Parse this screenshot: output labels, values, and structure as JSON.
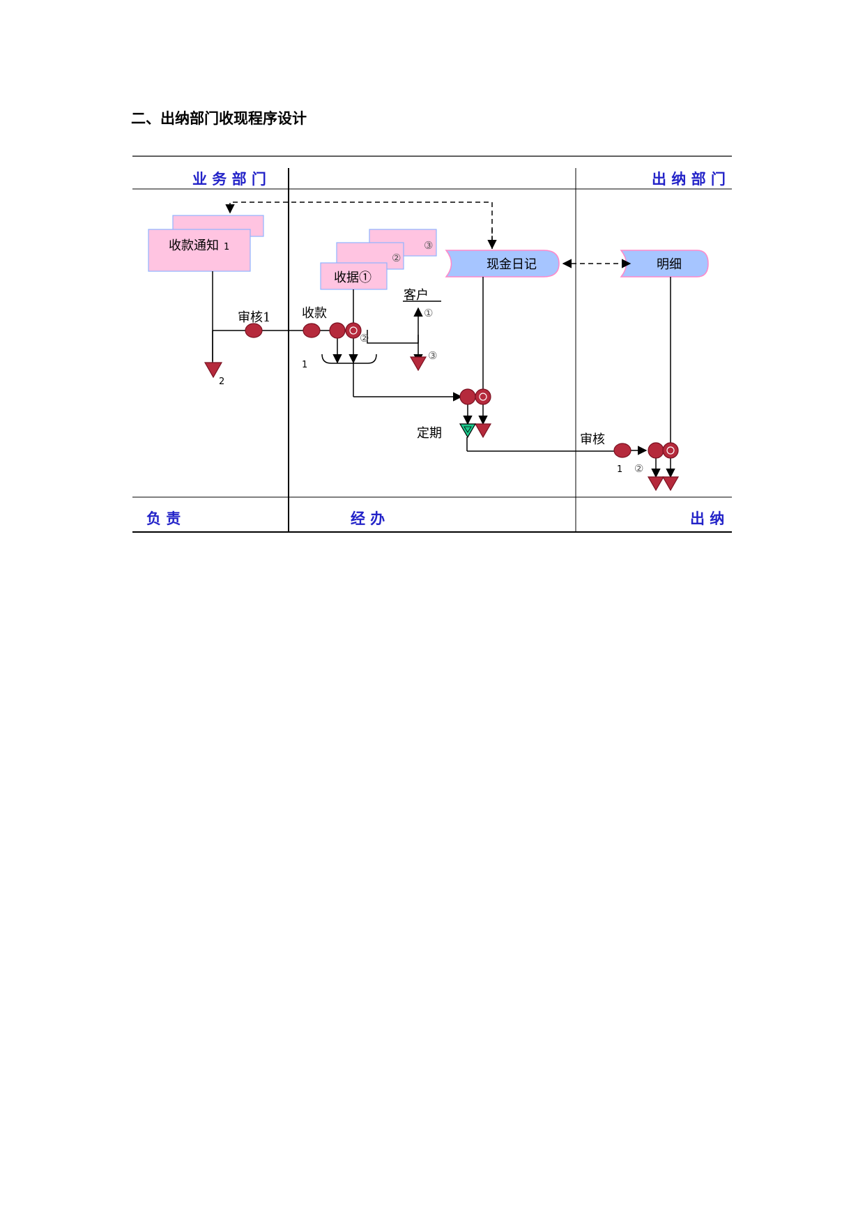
{
  "title": "二、出纳部门收现程序设计",
  "lanes": {
    "business_dept": "业 务 部 门",
    "cashier_dept": "出 纳 部 门",
    "responsible": "负  责",
    "handling": "经  办",
    "cashier": "出  纳"
  },
  "documents": {
    "collection_notice": "收款通知",
    "collection_notice_num": "1",
    "receipt": "收据①",
    "receipt_copy2": "②",
    "receipt_copy3": "③",
    "cash_journal": "现金日记",
    "detail": "明细"
  },
  "labels": {
    "review1": "审核1",
    "collect": "收款",
    "customer": "客户",
    "copy1": "①",
    "copy2": "②",
    "copy3": "③",
    "num1": "1",
    "num2": "2",
    "periodic": "定期",
    "review": "审核",
    "num1b": "1",
    "copy2b": "②"
  },
  "colors": {
    "doc_fill": "#ffc4e1",
    "doc_stroke": "#8fb4ff",
    "journal_fill": "#a6c5ff",
    "journal_stroke": "#ff88c8",
    "node_fill": "#b52a3c",
    "node_stroke": "#7a1020",
    "tri_fill": "#b52a3c",
    "tri_green": "#1cc98c",
    "header_text": "#2323c8"
  }
}
